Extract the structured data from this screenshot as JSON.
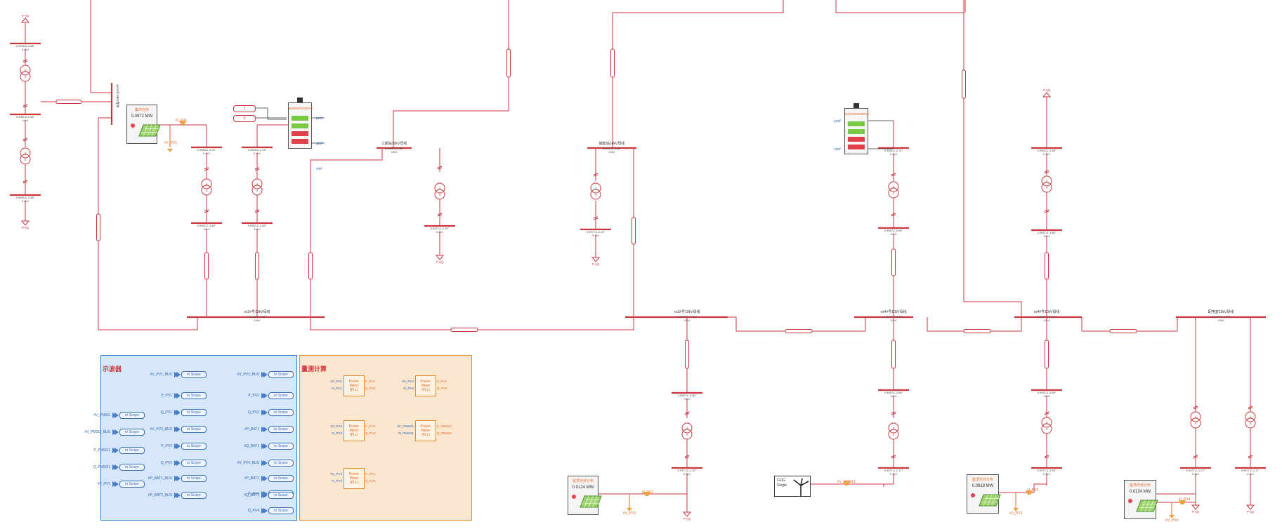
{
  "colors": {
    "wire": "#c9363e",
    "bus": "#c9363e",
    "signal_out": "#e06a2a",
    "signal_in": "#2e62a6",
    "scope_panel": "#d6e7fb",
    "calc_panel": "#fbe6d0",
    "battery_green": "#7ac943",
    "battery_red": "#e0404a"
  },
  "scope_panel": {
    "title": "示波器",
    "tags": [
      {
        "signal": "#V_PV1_BUS",
        "label": "to Scope"
      },
      {
        "signal": "P_PV1",
        "label": "to Scope"
      },
      {
        "signal": "Q_PV1",
        "label": "to Scope"
      },
      {
        "signal": "#V_PV2_BUS",
        "label": "to Scope"
      },
      {
        "signal": "P_PV2",
        "label": "to Scope"
      },
      {
        "signal": "Q_PV2",
        "label": "to Scope"
      },
      {
        "signal": "#V_PV3_BUS",
        "label": "to Scope"
      },
      {
        "signal": "P_PV3",
        "label": "to Scope"
      },
      {
        "signal": "Q_PV3",
        "label": "to Scope"
      },
      {
        "signal": "#V_PV4_BUS",
        "label": "to Scope"
      },
      {
        "signal": "P_PV4",
        "label": "to Scope"
      },
      {
        "signal": "Q_PV4",
        "label": "to Scope"
      },
      {
        "signal": "#P_BAT1_BUS",
        "label": "to Scope"
      },
      {
        "signal": "#P_BAT1",
        "label": "to Scope"
      },
      {
        "signal": "#Q_BAT1",
        "label": "to Scope"
      },
      {
        "signal": "#P_BAT2_BUS",
        "label": "to Scope"
      },
      {
        "signal": "#P_BAT2",
        "label": "to Scope"
      },
      {
        "signal": "#Q_BAT2",
        "label": "to Scope"
      },
      {
        "signal": "#V_PMSG",
        "label": "to Scope"
      },
      {
        "signal": "#V_PMSG_BUS",
        "label": "to Scope"
      },
      {
        "signal": "P_PMSG1",
        "label": "to Scope"
      },
      {
        "signal": "Q_PMSG1",
        "label": "to Scope"
      },
      {
        "signal": "#V_PV1",
        "label": "to Scope"
      }
    ]
  },
  "calc_panel": {
    "title": "量测计算",
    "meters": [
      {
        "name": "Power Meter (PLL)",
        "in": [
          "#V_PV1",
          "#I_PV1"
        ],
        "out": [
          "P_PV1",
          "Q_PV1"
        ]
      },
      {
        "name": "Power Meter (PLL)",
        "in": [
          "#V_PV2",
          "#I_PV2"
        ],
        "out": [
          "P_PV2",
          "Q_PV2"
        ]
      },
      {
        "name": "Power Meter (PLL)",
        "in": [
          "#V_PV3",
          "#I_PV3"
        ],
        "out": [
          "P_PV3",
          "Q_PV3"
        ]
      },
      {
        "name": "Power Meter (PLL)",
        "in": [
          "#V_PMSG1",
          "#I_PMSG1"
        ],
        "out": [
          "P_PMSG1",
          "Q_PMSG1"
        ]
      },
      {
        "name": "Power Meter (PLL)",
        "in": [
          "#V_PV4",
          "#I_PV4"
        ],
        "out": [
          "P_PV4",
          "Q_PV4"
        ]
      }
    ]
  },
  "buses": {
    "main1": {
      "name": "xx2#号10kV母线",
      "val": "0.9987∠-2.56°",
      "kv": "10kV"
    },
    "main2": {
      "name": "xx3#号10kV母线",
      "val": "0.9987∠-2.56°",
      "kv": "10kV"
    },
    "main3": {
      "name": "xx4#号10kV母线",
      "val": "0.9987∠-2.56°",
      "kv": "10kV"
    },
    "main4": {
      "name": "xx4#号10kV母线",
      "val": "0.9987∠-2.56°",
      "kv": "10kV"
    },
    "main5": {
      "name": "配电室10kV母线",
      "val": "0.9987∠-2.57°",
      "kv": "10kV"
    },
    "sanjian": {
      "name": "三期站10kV母线",
      "val": "0.9987∠-2.56°",
      "kv": "10kV"
    },
    "chuneng": {
      "name": "储能站10kV母线",
      "val": "0.9987∠-2.56°",
      "kv": "10kV"
    },
    "generic_a": {
      "val": "0.9982∠-0.74°",
      "kv": "0.4kV"
    },
    "generic_b": {
      "val": "0.9987∠-2.56°",
      "kv": "10kV"
    },
    "generic_c": {
      "val": "0.9982∠-3.68°",
      "kv": "0.4kV"
    },
    "generic_d": {
      "val": "0.9987∠-3.56°",
      "kv": "10kV"
    },
    "generic_e": {
      "val": "0.9977∠-1.32°",
      "kv": "0.4kV"
    },
    "generic_f": {
      "val": "0.9977∠-1.17°",
      "kv": "0.4kV"
    },
    "generic_g": {
      "val": "0.9977∠-3.09°",
      "kv": "0.4kV"
    }
  },
  "sources": {
    "label": "P+jQ"
  },
  "vertical_bus": {
    "name": "xx1#号10kV母线"
  },
  "pv_units": [
    {
      "name": "集中光伏",
      "power": "0.0972 MW"
    },
    {
      "name": "屋顶光伏分布",
      "power": "0.0124 MW"
    },
    {
      "name": "屋顶光伏分布",
      "power": "0.0918 MW"
    },
    {
      "name": "屋顶光伏分布",
      "power": "0.0124 MW"
    }
  ],
  "pv_signals": {
    "v1": "#V_PV1",
    "i1": "#I_PV1",
    "v2": "#V_PV2",
    "i2": "#I_PV2",
    "v3": "#V_PV3",
    "i3": "#I_PV3",
    "v4": "#V_PV4",
    "i4": "#I_PV4",
    "pmsg": "#V_PMSG1"
  },
  "batteries": [
    {
      "name": "500kW/2000kWh",
      "ports": [
        "pref",
        "qref",
        "vref"
      ]
    },
    {
      "name": "500kW/2000kWh",
      "ports": [
        "pref",
        "qref"
      ]
    }
  ],
  "constants": [
    "1",
    "0"
  ],
  "wind": {
    "line1": "DFIG",
    "line2": "Single"
  }
}
